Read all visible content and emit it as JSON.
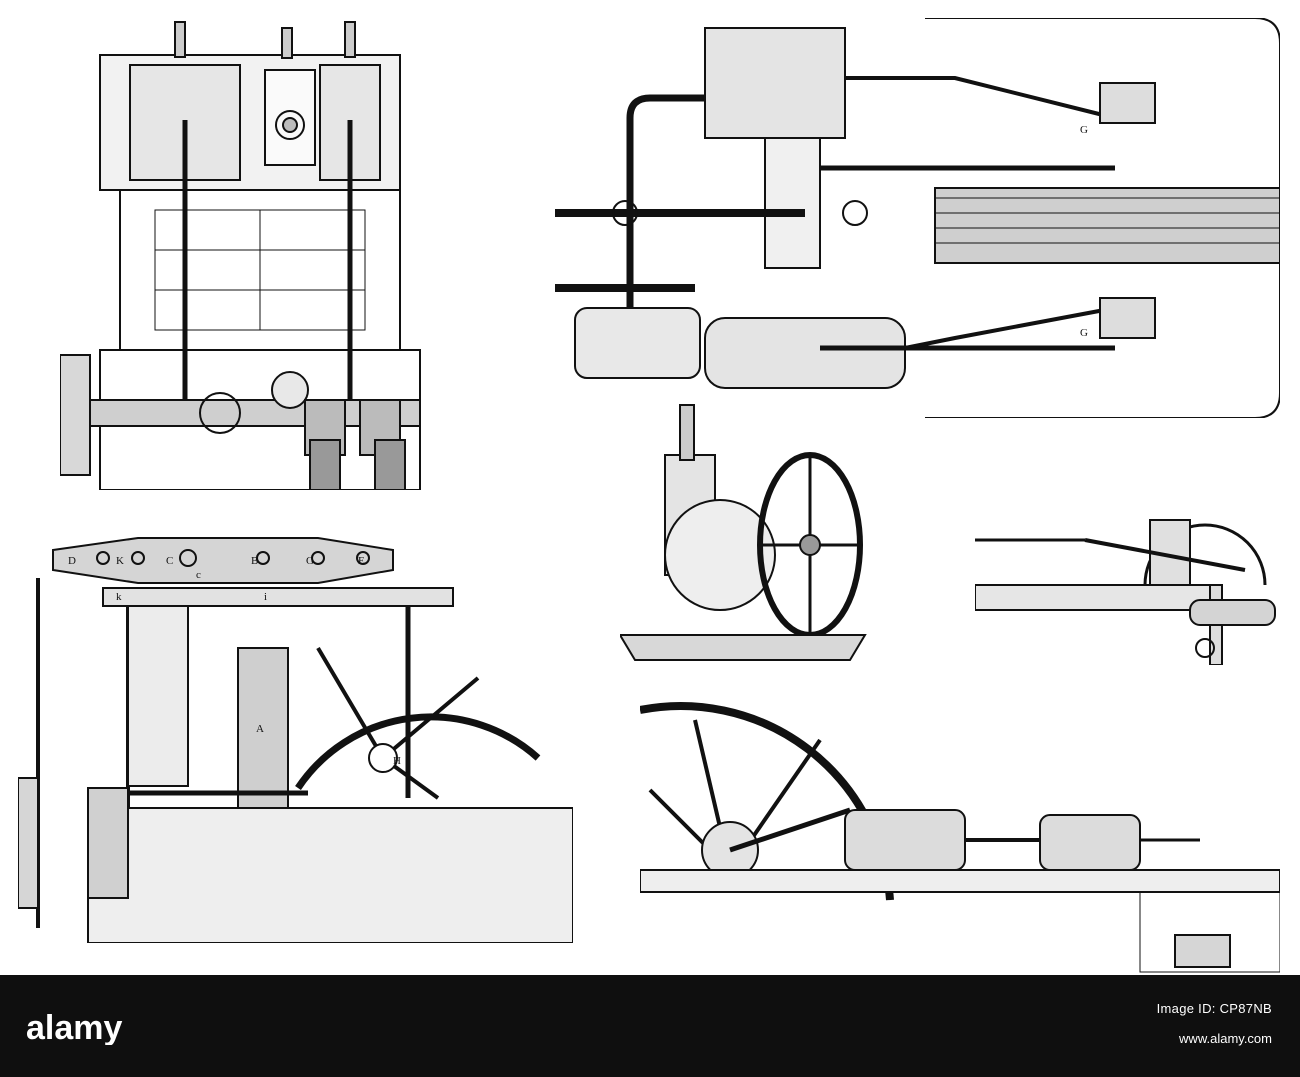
{
  "figures": [
    {
      "name": "vertical-compound-engine",
      "letters": []
    },
    {
      "name": "horizontal-twin-engine-plan",
      "letters": [
        "G",
        "G"
      ]
    },
    {
      "name": "beam-engine",
      "letters": [
        "D",
        "K",
        "C",
        "c",
        "B",
        "G",
        "E",
        "k",
        "i",
        "A",
        "H"
      ]
    },
    {
      "name": "small-oscillating-engine",
      "letters": []
    },
    {
      "name": "valve-gear-detail",
      "letters": []
    },
    {
      "name": "horizontal-tandem-engine",
      "letters": []
    }
  ],
  "footer": {
    "logo_text": "alamy",
    "image_id": "Image ID: CP87NB",
    "url": "www.alamy.com"
  }
}
